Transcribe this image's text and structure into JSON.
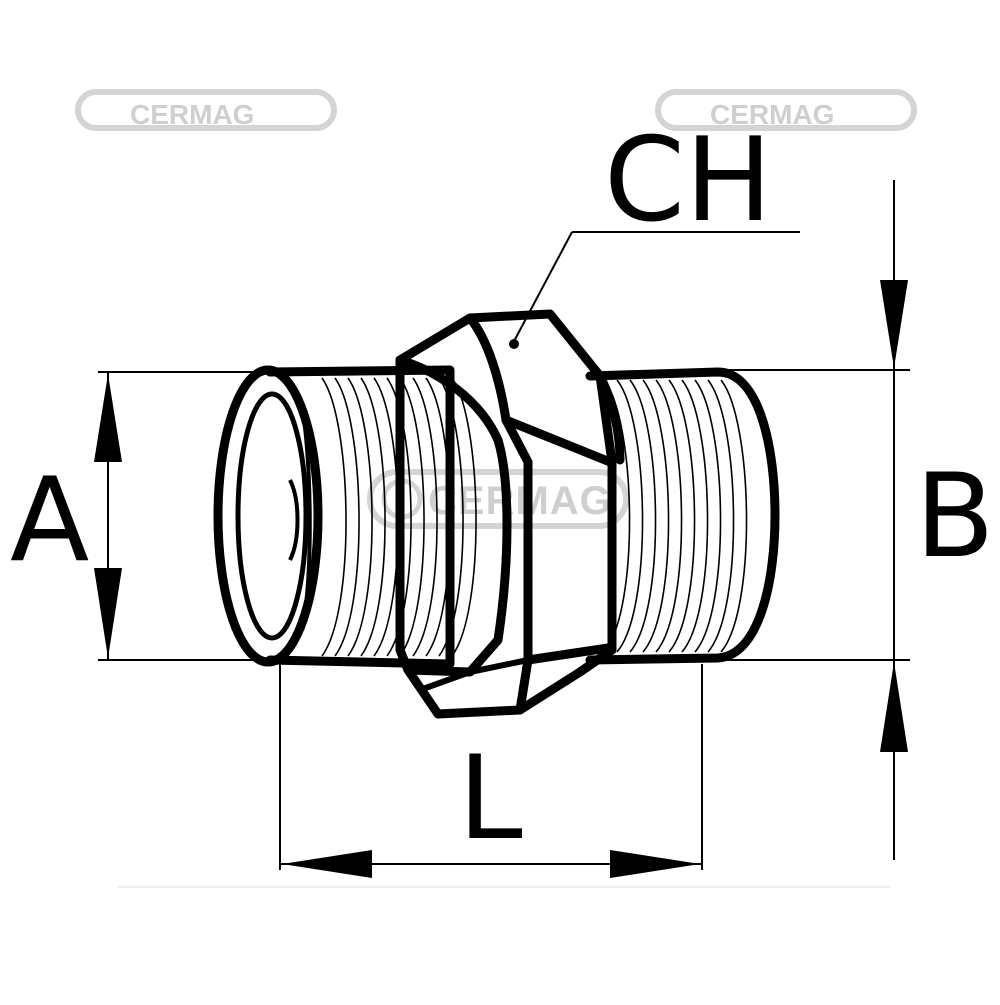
{
  "diagram": {
    "labels": {
      "a": "A",
      "b": "B",
      "ch": "CH",
      "l": "L"
    },
    "watermark": {
      "text": "CERMAG"
    },
    "colors": {
      "line": "#000000",
      "background": "#ffffff",
      "watermark": "#cfcfcf"
    }
  }
}
